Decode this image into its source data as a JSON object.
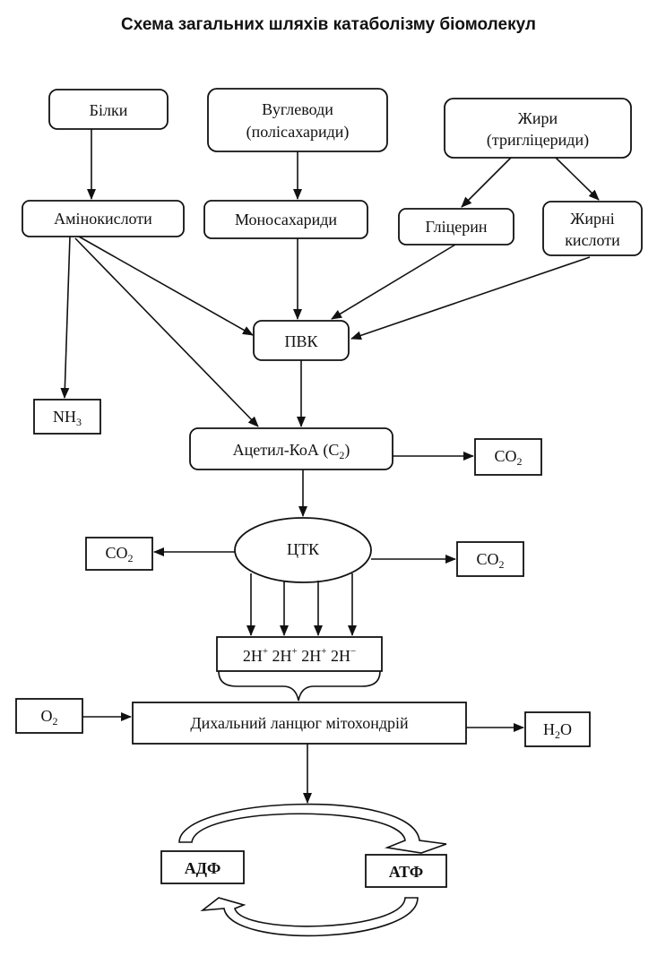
{
  "title": "Схема загальних шляхів катаболізму біомолекул",
  "nodes": {
    "bilky": "Білки",
    "vuhlevody_1": "Вуглеводи",
    "vuhlevody_2": "(полісахариди)",
    "zhyry_1": "Жири",
    "zhyry_2": "(тригліцериди)",
    "aminokysloty": "Амінокислоти",
    "monosakharydy": "Моносахариди",
    "hlitseryn": "Гліцерин",
    "zhyrni_1": "Жирні",
    "zhyrni_2": "кислоти",
    "pvk": "ПВК",
    "nh3_base": "NH",
    "nh3_sub": "3",
    "acetyl_base": "Ацетил-КоА (С",
    "acetyl_sub": "2",
    "acetyl_close": ")",
    "co2_base": "CO",
    "co2_sub": "2",
    "ctk": "ЦТК",
    "h_2": "2H",
    "h_sup_1": "+",
    "h_sup_2": "+",
    "h_sup_3": "+",
    "h_sup_4": "−",
    "resp_chain": "Дихальний ланцюг мітохондрій",
    "o2_base": "O",
    "o2_sub": "2",
    "h2o_h": "H",
    "h2o_sub": "2",
    "h2o_o": "O",
    "adf": "АДФ",
    "atf": "АТФ"
  },
  "colors": {
    "ink": "#111111",
    "background": "#ffffff"
  }
}
